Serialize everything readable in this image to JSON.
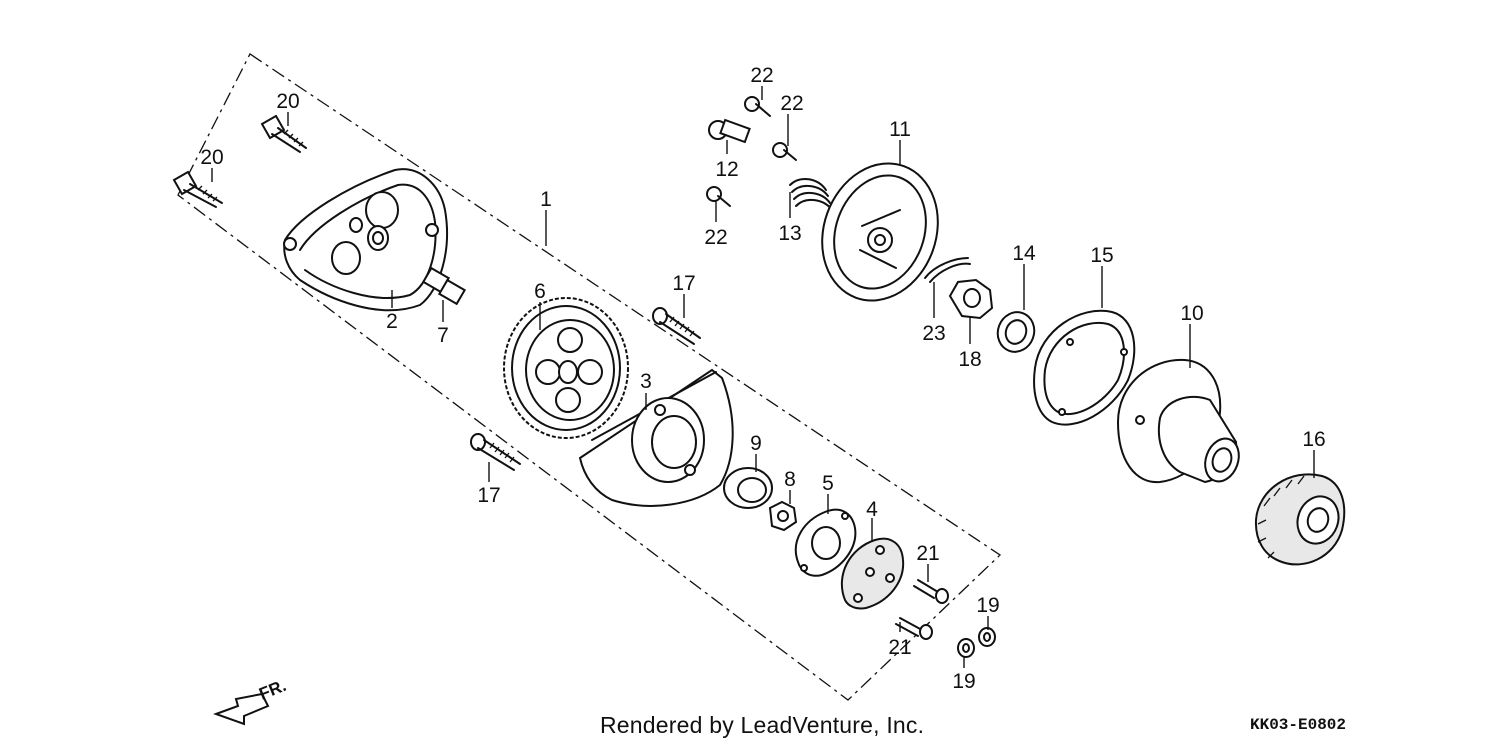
{
  "diagram": {
    "callouts": [
      {
        "id": "c1",
        "text": "1"
      },
      {
        "id": "c2",
        "text": "2"
      },
      {
        "id": "c3",
        "text": "3"
      },
      {
        "id": "c4",
        "text": "4"
      },
      {
        "id": "c5",
        "text": "5"
      },
      {
        "id": "c6",
        "text": "6"
      },
      {
        "id": "c7",
        "text": "7"
      },
      {
        "id": "c8",
        "text": "8"
      },
      {
        "id": "c9",
        "text": "9"
      },
      {
        "id": "c10",
        "text": "10"
      },
      {
        "id": "c11",
        "text": "11"
      },
      {
        "id": "c12",
        "text": "12"
      },
      {
        "id": "c13",
        "text": "13"
      },
      {
        "id": "c14",
        "text": "14"
      },
      {
        "id": "c15",
        "text": "15"
      },
      {
        "id": "c16",
        "text": "16"
      },
      {
        "id": "c17a",
        "text": "17"
      },
      {
        "id": "c17b",
        "text": "17"
      },
      {
        "id": "c18",
        "text": "18"
      },
      {
        "id": "c19a",
        "text": "19"
      },
      {
        "id": "c19b",
        "text": "19"
      },
      {
        "id": "c20a",
        "text": "20"
      },
      {
        "id": "c20b",
        "text": "20"
      },
      {
        "id": "c21a",
        "text": "21"
      },
      {
        "id": "c21b",
        "text": "21"
      },
      {
        "id": "c22a",
        "text": "22"
      },
      {
        "id": "c22b",
        "text": "22"
      },
      {
        "id": "c22c",
        "text": "22"
      },
      {
        "id": "c23",
        "text": "23"
      }
    ],
    "direction_label": "FR.",
    "footer_text": "Rendered by LeadVenture, Inc.",
    "diagram_code": "KK03-E0802"
  },
  "colors": {
    "ink": "#111111",
    "background": "#ffffff"
  }
}
